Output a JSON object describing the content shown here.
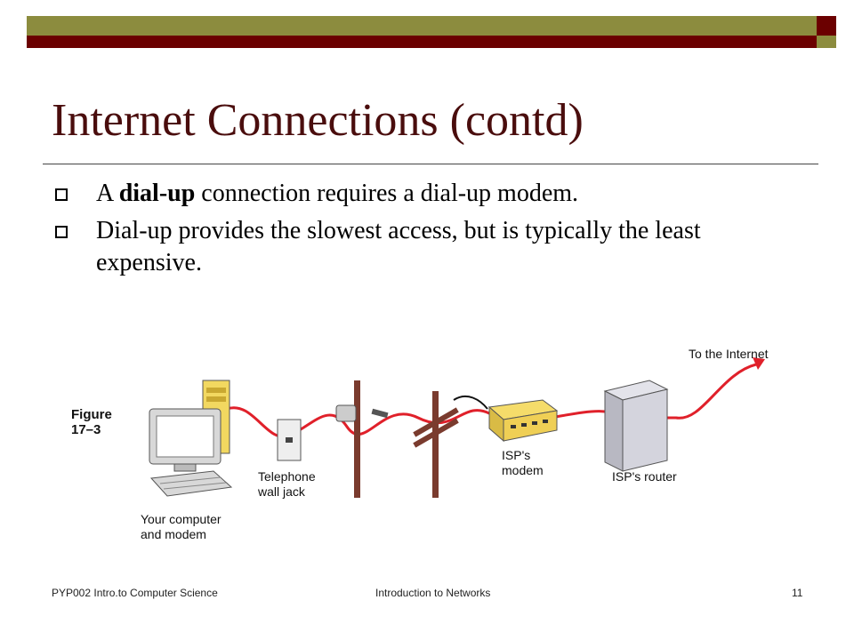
{
  "slide": {
    "title": "Internet Connections (contd)",
    "bullets": [
      {
        "pre": "A ",
        "bold": "dial-up",
        "post": " connection requires a dial-up modem."
      },
      {
        "pre": "Dial-up provides the slowest access, but is typically the least expensive.",
        "bold": "",
        "post": ""
      }
    ]
  },
  "figure": {
    "caption_label": "Figure\n17–3",
    "labels": {
      "computer": "Your computer\nand modem",
      "wall_jack": "Telephone\nwall jack",
      "isp_modem": "ISP's\nmodem",
      "isp_router": "ISP's router",
      "internet": "To the Internet"
    }
  },
  "footer": {
    "left": "PYP002 Intro.to Computer Science",
    "center": "Introduction to Networks",
    "page_number": "11"
  },
  "colors": {
    "olive": "#8c8c3e",
    "maroon": "#6b0000",
    "title": "#4a0d0d",
    "cable": "#e0202a"
  }
}
